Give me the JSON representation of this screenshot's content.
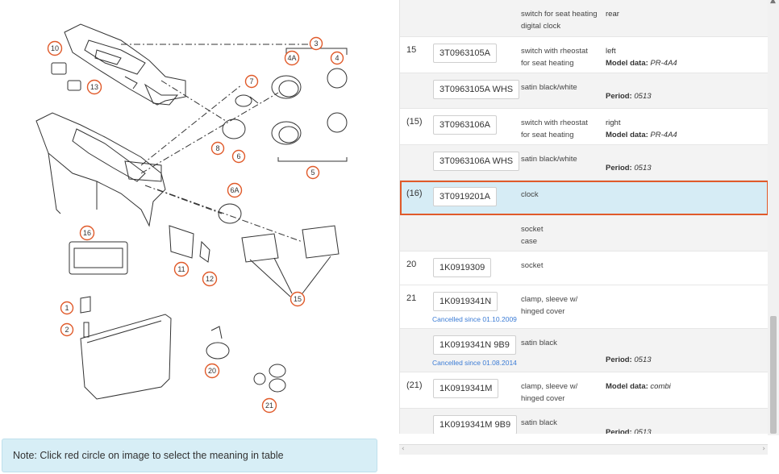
{
  "callouts": [
    "1",
    "2",
    "3",
    "4",
    "4A",
    "5",
    "6",
    "6A",
    "7",
    "8",
    "10",
    "11",
    "12",
    "13",
    "15",
    "16",
    "20",
    "21"
  ],
  "note": "Note: Click red circle on image to select the meaning in table",
  "rows": [
    {
      "pos": "",
      "part": "",
      "cancelled": "",
      "desc": [
        "switch for seat heating",
        "digital clock"
      ],
      "info1": "rear",
      "info2_label": "",
      "info2_value": "",
      "period_label": "",
      "period_value": ""
    },
    {
      "pos": "15",
      "part": "3T0963105A",
      "cancelled": "",
      "desc": [
        "switch with rheostat",
        "for seat heating"
      ],
      "info1": "left",
      "info2_label": "Model data:",
      "info2_value": "PR-4A4",
      "period_label": "",
      "period_value": ""
    },
    {
      "pos": "",
      "part": "3T0963105A WHS",
      "cancelled": "",
      "desc": [
        "satin black/white",
        ""
      ],
      "info1": "",
      "info2_label": "",
      "info2_value": "",
      "period_label": "Period:",
      "period_value": "0513"
    },
    {
      "pos": "(15)",
      "part": "3T0963106A",
      "cancelled": "",
      "desc": [
        "switch with rheostat",
        "for seat heating"
      ],
      "info1": "right",
      "info2_label": "Model data:",
      "info2_value": "PR-4A4",
      "period_label": "",
      "period_value": ""
    },
    {
      "pos": "",
      "part": "3T0963106A WHS",
      "cancelled": "",
      "desc": [
        "satin black/white",
        ""
      ],
      "info1": "",
      "info2_label": "",
      "info2_value": "",
      "period_label": "Period:",
      "period_value": "0513"
    },
    {
      "pos": "(16)",
      "part": "3T0919201A",
      "cancelled": "",
      "desc": [
        "clock",
        ""
      ],
      "info1": "",
      "info2_label": "",
      "info2_value": "",
      "period_label": "",
      "period_value": ""
    },
    {
      "pos": "",
      "part": "",
      "cancelled": "",
      "desc": [
        "socket",
        "case"
      ],
      "info1": "",
      "info2_label": "",
      "info2_value": "",
      "period_label": "",
      "period_value": ""
    },
    {
      "pos": "20",
      "part": "1K0919309",
      "cancelled": "",
      "desc": [
        "socket",
        ""
      ],
      "info1": "",
      "info2_label": "",
      "info2_value": "",
      "period_label": "",
      "period_value": ""
    },
    {
      "pos": "21",
      "part": "1K0919341N",
      "cancelled": "Cancelled since 01.10.2009",
      "desc": [
        "clamp, sleeve w/",
        "hinged cover"
      ],
      "info1": "",
      "info2_label": "",
      "info2_value": "",
      "period_label": "",
      "period_value": ""
    },
    {
      "pos": "",
      "part": "1K0919341N 9B9",
      "cancelled": "Cancelled since 01.08.2014",
      "desc": [
        "satin black",
        ""
      ],
      "info1": "",
      "info2_label": "",
      "info2_value": "",
      "period_label": "Period:",
      "period_value": "0513"
    },
    {
      "pos": "(21)",
      "part": "1K0919341M",
      "cancelled": "",
      "desc": [
        "clamp, sleeve w/",
        "hinged cover"
      ],
      "info1": "",
      "info2_label": "Model data:",
      "info2_value": "combi",
      "period_label": "",
      "period_value": ""
    },
    {
      "pos": "",
      "part": "1K0919341M 9B9",
      "cancelled": "",
      "desc": [
        "satin black",
        ""
      ],
      "info1": "",
      "info2_label": "",
      "info2_value": "",
      "period_label": "Period:",
      "period_value": "0513"
    }
  ],
  "colors": {
    "callout": "#e05a2a",
    "highlight_bg": "#d6ecf5",
    "highlight_border": "#e05a2a",
    "note_bg": "#d7eef6",
    "link": "#3a7bd5"
  },
  "icons": {
    "scroll_up": "chevron-up-icon",
    "scroll_left": "chevron-left-icon",
    "scroll_right": "chevron-right-icon"
  }
}
